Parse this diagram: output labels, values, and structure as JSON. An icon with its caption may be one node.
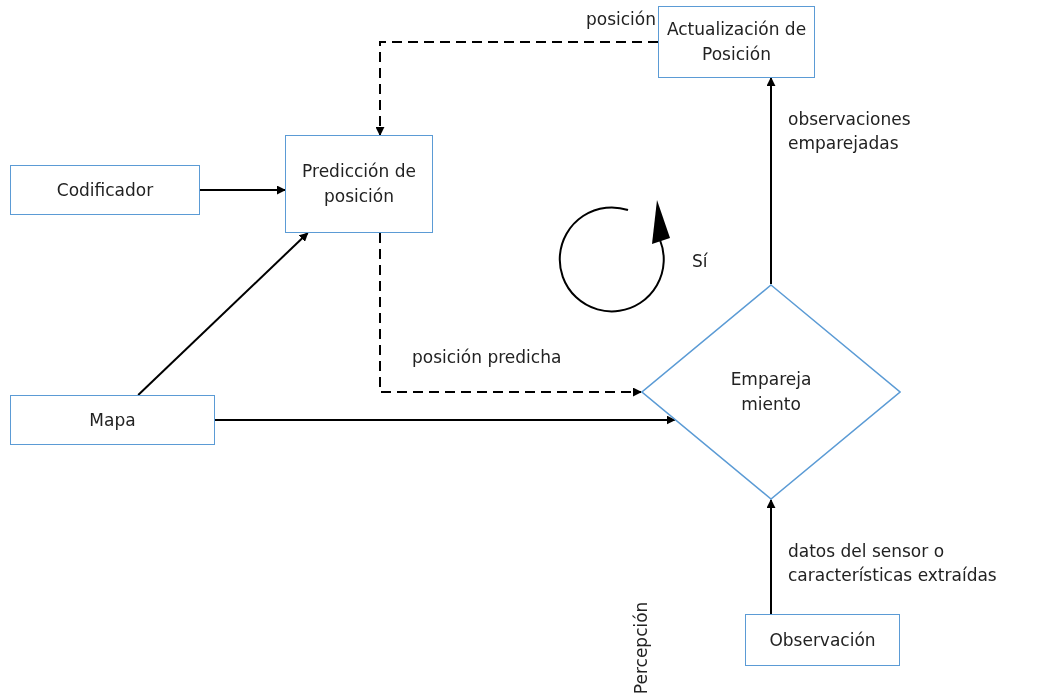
{
  "diagram": {
    "nodes": [
      {
        "text": [
          "Codificador"
        ]
      },
      {
        "text": [
          "Predicción de posición"
        ]
      },
      {
        "text": [
          "Actualización de Posición"
        ]
      },
      {
        "text": [
          "Mapa"
        ]
      },
      {
        "text": [
          "Empareja miento"
        ]
      },
      {
        "text": [
          "Observación"
        ]
      }
    ],
    "edges": [
      {
        "from": 2,
        "to": 1,
        "arrow": "to",
        "label": "posición",
        "style": "dashed"
      },
      {
        "from": 0,
        "to": 1,
        "arrow": "to"
      },
      {
        "from": 3,
        "to": 1,
        "arrow": "to"
      },
      {
        "from": 1,
        "to": 4,
        "arrow": "to",
        "label": "posición predicha",
        "style": "dashed"
      },
      {
        "from": 3,
        "to": 4,
        "arrow": "to"
      },
      {
        "from": 5,
        "to": 4,
        "arrow": "to",
        "label": "datos del sensor o características extraídas"
      },
      {
        "from": 4,
        "to": 2,
        "arrow": "to",
        "label": "observaciones emparejadas"
      }
    ],
    "labels": [
      "Sí",
      "Percepción"
    ]
  }
}
